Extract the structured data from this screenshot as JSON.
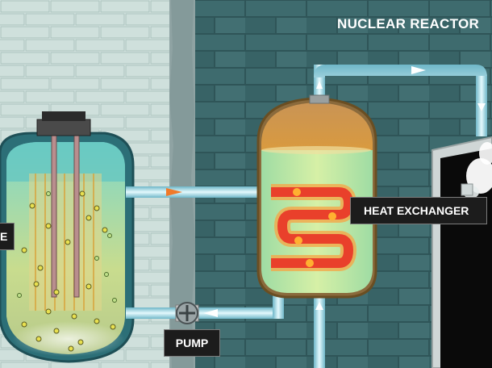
{
  "header": {
    "title": "NUCLEAR REACTOR"
  },
  "labels": {
    "heat_exchanger": "HEAT EXCHANGER",
    "pump": "PUMP",
    "core_partial": "E"
  },
  "colors": {
    "left_wall": "#d7e6e3",
    "right_wall": "#3a6669",
    "pipe_light": "#bfeaf2",
    "pipe_hot": "#f07a2a",
    "coolant": "#7ddad6",
    "hot_coil": "#ee3a28",
    "label_bg": "#1c1c1c",
    "steam": "#ffffff"
  },
  "icons": {
    "pump": "pump-rotor-icon",
    "flow_arrow": "flow-arrow-icon"
  }
}
